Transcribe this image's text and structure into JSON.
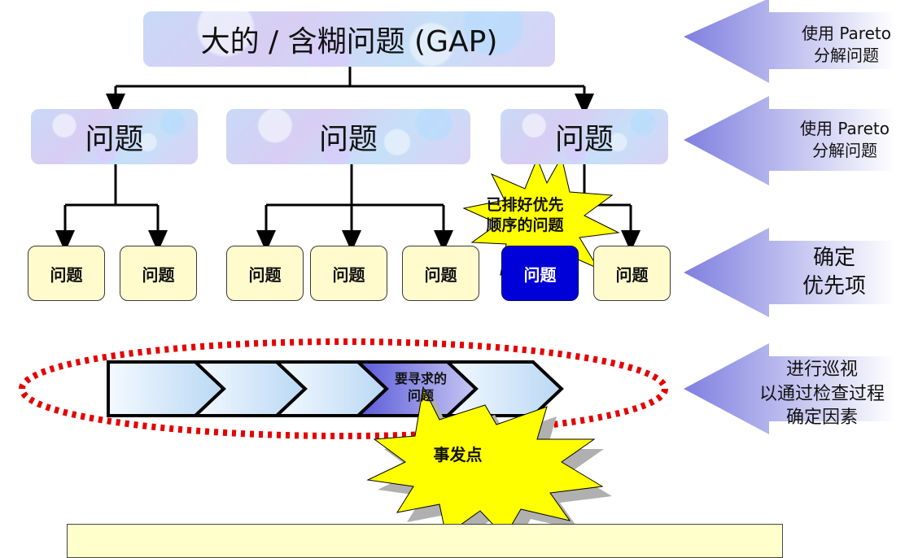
{
  "top": {
    "label": "大的 / 含糊问题 (GAP)"
  },
  "mid": [
    {
      "label": "问题"
    },
    {
      "label": "问题"
    },
    {
      "label": "问题"
    }
  ],
  "leaves": [
    {
      "label": "问题"
    },
    {
      "label": "问题"
    },
    {
      "label": "问题"
    },
    {
      "label": "问题"
    },
    {
      "label": "问题"
    },
    {
      "label": "问题",
      "selected": true
    },
    {
      "label": "问题"
    }
  ],
  "burst_priority": {
    "line1": "已排好优先",
    "line2": "顺序的问题"
  },
  "process": {
    "target_line1": "要寻求的",
    "target_line2": "问题"
  },
  "burst_event": {
    "label": "事发点"
  },
  "side_labels": [
    {
      "line1": "使用 Pareto",
      "line2": "分解问题"
    },
    {
      "line1": "使用 Pareto",
      "line2": "分解问题"
    },
    {
      "line1": "确定",
      "line2": "优先项"
    },
    {
      "line1": "进行巡视",
      "line2": "以通过检查过程",
      "line3": "确定因素"
    }
  ],
  "colors": {
    "leaf_fill": "#fffbcc",
    "selected_fill": "#0000d8",
    "burst_fill": "#ffff00",
    "ellipse_stroke": "#e60000",
    "side_arrow": "#8f8fe6"
  }
}
